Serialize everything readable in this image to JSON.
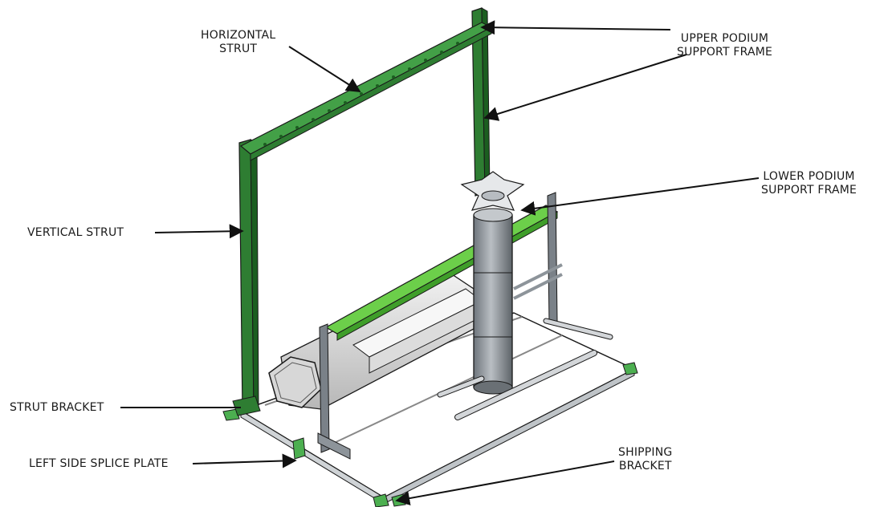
{
  "labels": {
    "horizontal_strut": [
      "HORIZONTAL",
      "STRUT"
    ],
    "upper_podium": [
      "UPPER PODIUM",
      "SUPPORT FRAME"
    ],
    "lower_podium": [
      "LOWER PODIUM",
      "SUPPORT FRAME"
    ],
    "vertical_strut": "VERTICAL STRUT",
    "strut_bracket": "STRUT BRACKET",
    "left_splice": "LEFT SIDE SPLICE PLATE",
    "shipping_bracket": [
      "SHIPPING",
      "BRACKET"
    ]
  },
  "colors": {
    "frame_dark_green": "#2e7d32",
    "frame_light_green": "#6ccf4a",
    "metal_gray": "#9aa1a8",
    "outline": "#1a1a1a"
  }
}
